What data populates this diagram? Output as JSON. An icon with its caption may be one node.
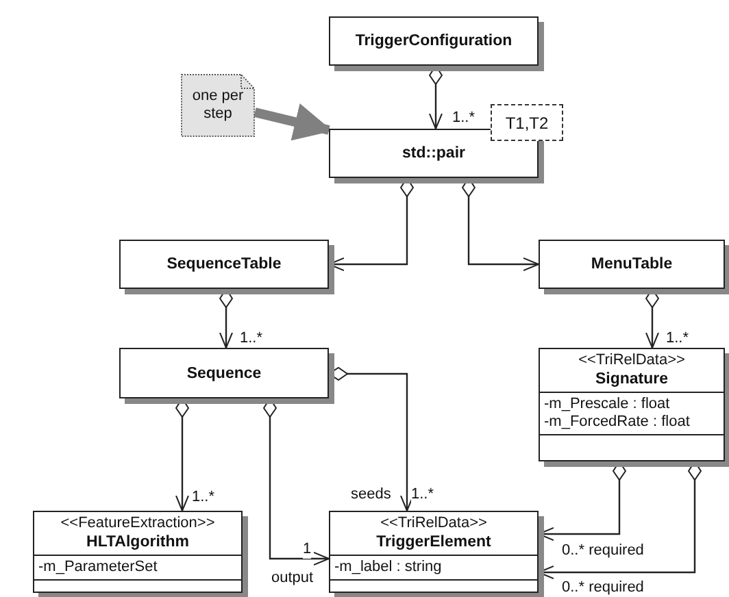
{
  "diagram": {
    "nodes": [
      {
        "text": [
          "TriggerConfiguration"
        ]
      },
      {
        "text": [
          "one per step"
        ]
      },
      {
        "text": [
          "std::pair"
        ]
      },
      {
        "text": [
          "T1,T2"
        ]
      },
      {
        "text": [
          "SequenceTable"
        ]
      },
      {
        "text": [
          "MenuTable"
        ]
      },
      {
        "text": [
          "Sequence"
        ]
      },
      {
        "text": [
          "<<TriRelData>>",
          "Signature",
          "-m_Prescale : float",
          "-m_ForcedRate : float"
        ]
      },
      {
        "text": [
          "<<FeatureExtraction>>",
          "HLTAlgorithm",
          "-m_ParameterSet"
        ]
      },
      {
        "text": [
          "<<TriRelData>>",
          "TriggerElement",
          "-m_label : string"
        ]
      }
    ],
    "edges": [
      {
        "from": 0,
        "to": 2,
        "arrow": "to",
        "label": "1..*"
      },
      {
        "from": 1,
        "to": 2,
        "arrow": "to",
        "style": "thick",
        "color": "#808080"
      },
      {
        "from": 2,
        "to": 4,
        "arrow": "to"
      },
      {
        "from": 2,
        "to": 5,
        "arrow": "to"
      },
      {
        "from": 4,
        "to": 6,
        "arrow": "to",
        "label": "1..*"
      },
      {
        "from": 5,
        "to": 7,
        "arrow": "to",
        "label": "1..*"
      },
      {
        "from": 6,
        "to": 8,
        "arrow": "to",
        "label": "1..*"
      },
      {
        "from": 6,
        "to": 9,
        "arrow": "to",
        "label": "1"
      },
      {
        "from": 6,
        "to": 9,
        "arrow": "to",
        "label": "1..*"
      },
      {
        "from": 7,
        "to": 9,
        "arrow": "to",
        "label": "0..* required"
      },
      {
        "from": 7,
        "to": 9,
        "arrow": "to",
        "label": "0..* required"
      }
    ],
    "labels": [
      "seeds",
      "output"
    ]
  }
}
